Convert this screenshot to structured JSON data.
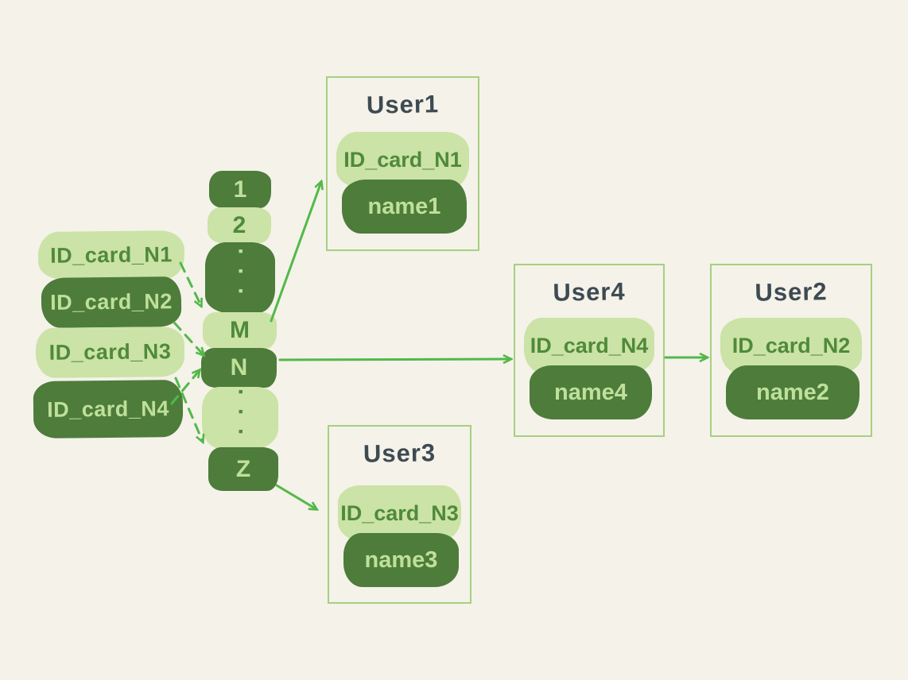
{
  "colors": {
    "bg": "#f4f2e9",
    "pill_dark": "#4d7c3b",
    "pill_light": "#cbe3a6",
    "text_on_dark": "#bfe09a",
    "text_on_light": "#4f8a3a",
    "title": "#3e4a52",
    "box_border": "#a8cf81",
    "arrow": "#53b84a"
  },
  "left_cards": [
    {
      "label": "ID_card_N1",
      "variant": "light"
    },
    {
      "label": "ID_card_N2",
      "variant": "dark"
    },
    {
      "label": "ID_card_N3",
      "variant": "light"
    },
    {
      "label": "ID_card_N4",
      "variant": "dark"
    }
  ],
  "buckets": [
    {
      "label": "1",
      "variant": "dark"
    },
    {
      "label": "2",
      "variant": "light"
    },
    {
      "label": "···",
      "variant": "dark"
    },
    {
      "label": "M",
      "variant": "light"
    },
    {
      "label": "N",
      "variant": "dark"
    },
    {
      "label": "···",
      "variant": "light"
    },
    {
      "label": "Z",
      "variant": "dark"
    }
  ],
  "users": {
    "user1": {
      "title": "User1",
      "id_card": "ID_card_N1",
      "name": "name1"
    },
    "user4": {
      "title": "User4",
      "id_card": "ID_card_N4",
      "name": "name4"
    },
    "user2": {
      "title": "User2",
      "id_card": "ID_card_N2",
      "name": "name2"
    },
    "user3": {
      "title": "User3",
      "id_card": "ID_card_N3",
      "name": "name3"
    }
  },
  "edges": [
    {
      "from": "ID_card_N1",
      "to": "bucket M",
      "style": "dashed"
    },
    {
      "from": "ID_card_N2",
      "to": "bucket N",
      "style": "dashed"
    },
    {
      "from": "ID_card_N3",
      "to": "bucket Z",
      "style": "dashed"
    },
    {
      "from": "ID_card_N4",
      "to": "bucket N",
      "style": "dashed"
    },
    {
      "from": "bucket M",
      "to": "User1",
      "style": "solid"
    },
    {
      "from": "bucket N",
      "to": "User4",
      "style": "solid"
    },
    {
      "from": "User4",
      "to": "User2",
      "style": "solid"
    },
    {
      "from": "bucket Z",
      "to": "User3",
      "style": "solid"
    }
  ]
}
